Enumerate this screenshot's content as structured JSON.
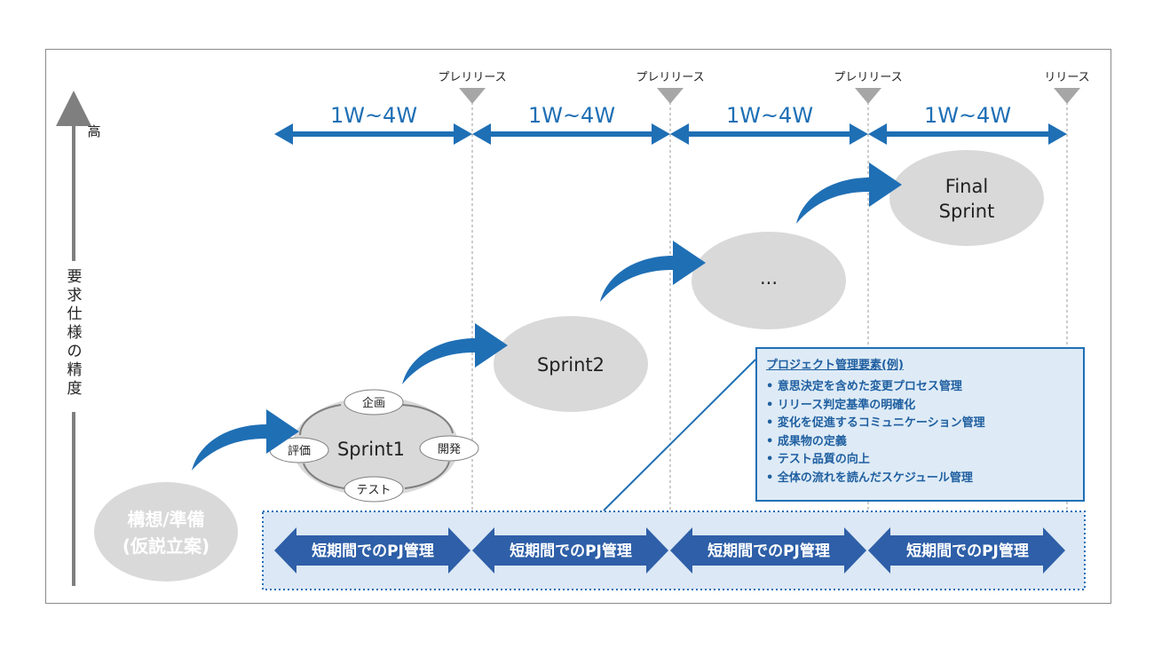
{
  "axis": {
    "high_label": "高",
    "label": "要求仕様の精度"
  },
  "milestones": [
    {
      "label": "プレリリース"
    },
    {
      "label": "プレリリース"
    },
    {
      "label": "プレリリース"
    },
    {
      "label": "リリース"
    }
  ],
  "durations": [
    {
      "label": "1W~4W"
    },
    {
      "label": "1W~4W"
    },
    {
      "label": "1W~4W"
    },
    {
      "label": "1W~4W"
    }
  ],
  "stages": {
    "start": {
      "line1": "構想/準備",
      "line2": "(仮説立案)"
    },
    "sprint1": {
      "label": "Sprint1",
      "cycle": [
        "企画",
        "開発",
        "テスト",
        "評価"
      ]
    },
    "sprint2": {
      "label": "Sprint2"
    },
    "sprint_n": {
      "label": "..."
    },
    "final": {
      "line1": "Final",
      "line2": "Sprint"
    }
  },
  "pm_arrows": [
    {
      "label": "短期間でのPJ管理"
    },
    {
      "label": "短期間でのPJ管理"
    },
    {
      "label": "短期間でのPJ管理"
    },
    {
      "label": "短期間でのPJ管理"
    }
  ],
  "panel": {
    "title": "プロジェクト管理要素(例)",
    "items": [
      "意思決定を含めた変更プロセス管理",
      "リリース判定基準の明確化",
      "変化を促進するコミュニケーション管理",
      "成果物の定義",
      "テスト品質の向上",
      "全体の流れを読んだスケジュール管理"
    ]
  },
  "colors": {
    "accent": "#1f6fb5",
    "pm_arrow": "#2e5fa8",
    "bubble": "#d9d9d9",
    "axis": "#7f7f7f",
    "panel_bg": "#deebf6"
  }
}
